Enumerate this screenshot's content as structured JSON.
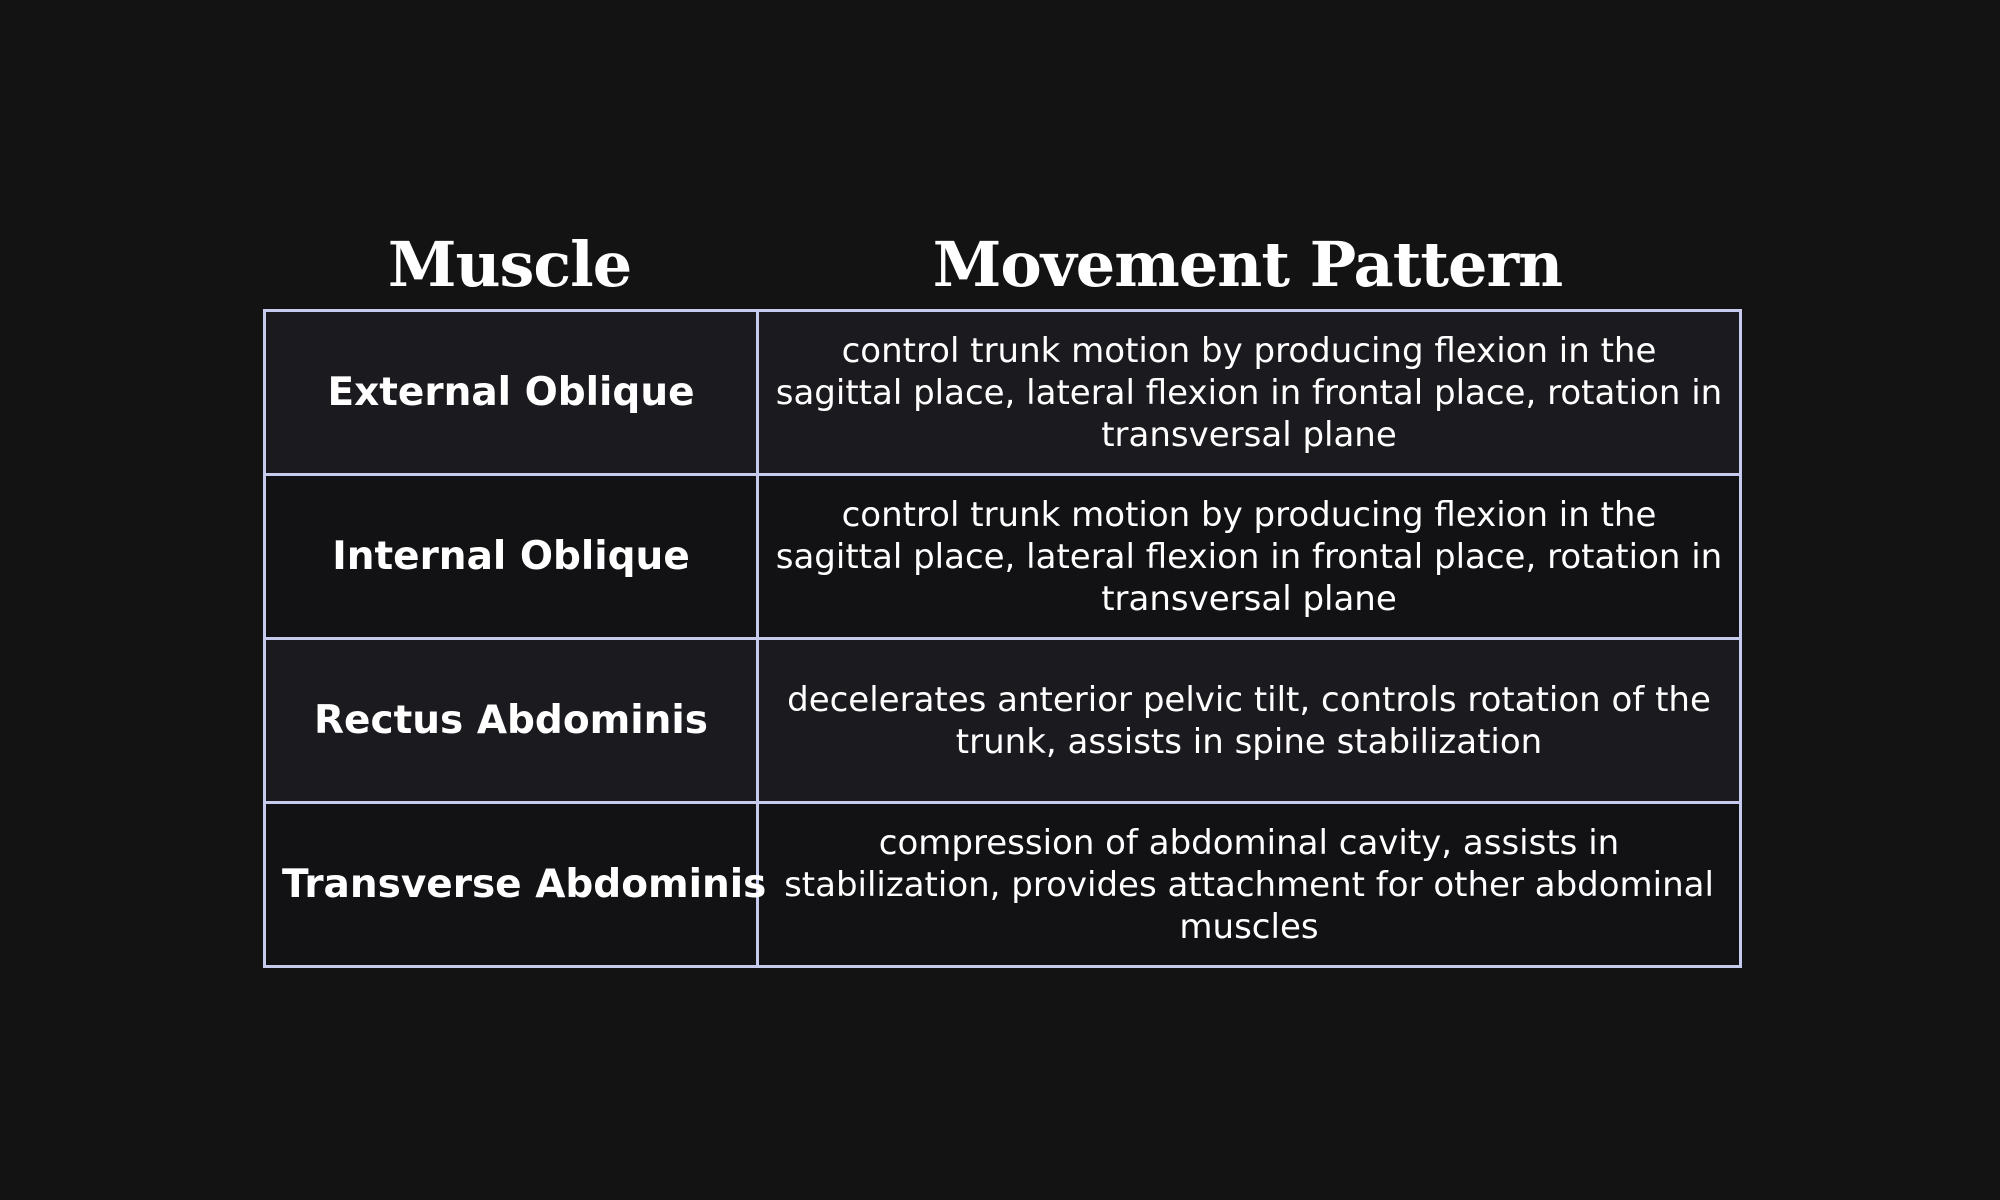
{
  "table": {
    "headers": {
      "muscle": "Muscle",
      "pattern": "Movement Pattern"
    },
    "rows": [
      {
        "muscle": "External Oblique",
        "pattern": "control trunk motion by producing flexion in the sagittal place, lateral flexion in frontal place, rotation in transversal plane"
      },
      {
        "muscle": "Internal Oblique",
        "pattern": "control trunk motion by producing flexion in the sagittal place, lateral flexion in frontal place, rotation in transversal plane"
      },
      {
        "muscle": "Rectus Abdominis",
        "pattern": "decelerates anterior pelvic tilt, controls rotation of the trunk, assists in spine stabilization"
      },
      {
        "muscle": "Transverse Abdominis",
        "pattern": "compression of abdominal cavity, assists in stabilization, provides attachment for other abdominal muscles"
      }
    ]
  },
  "colors": {
    "background": "#131313",
    "border": "#c6cbed",
    "text": "#ffffff"
  }
}
